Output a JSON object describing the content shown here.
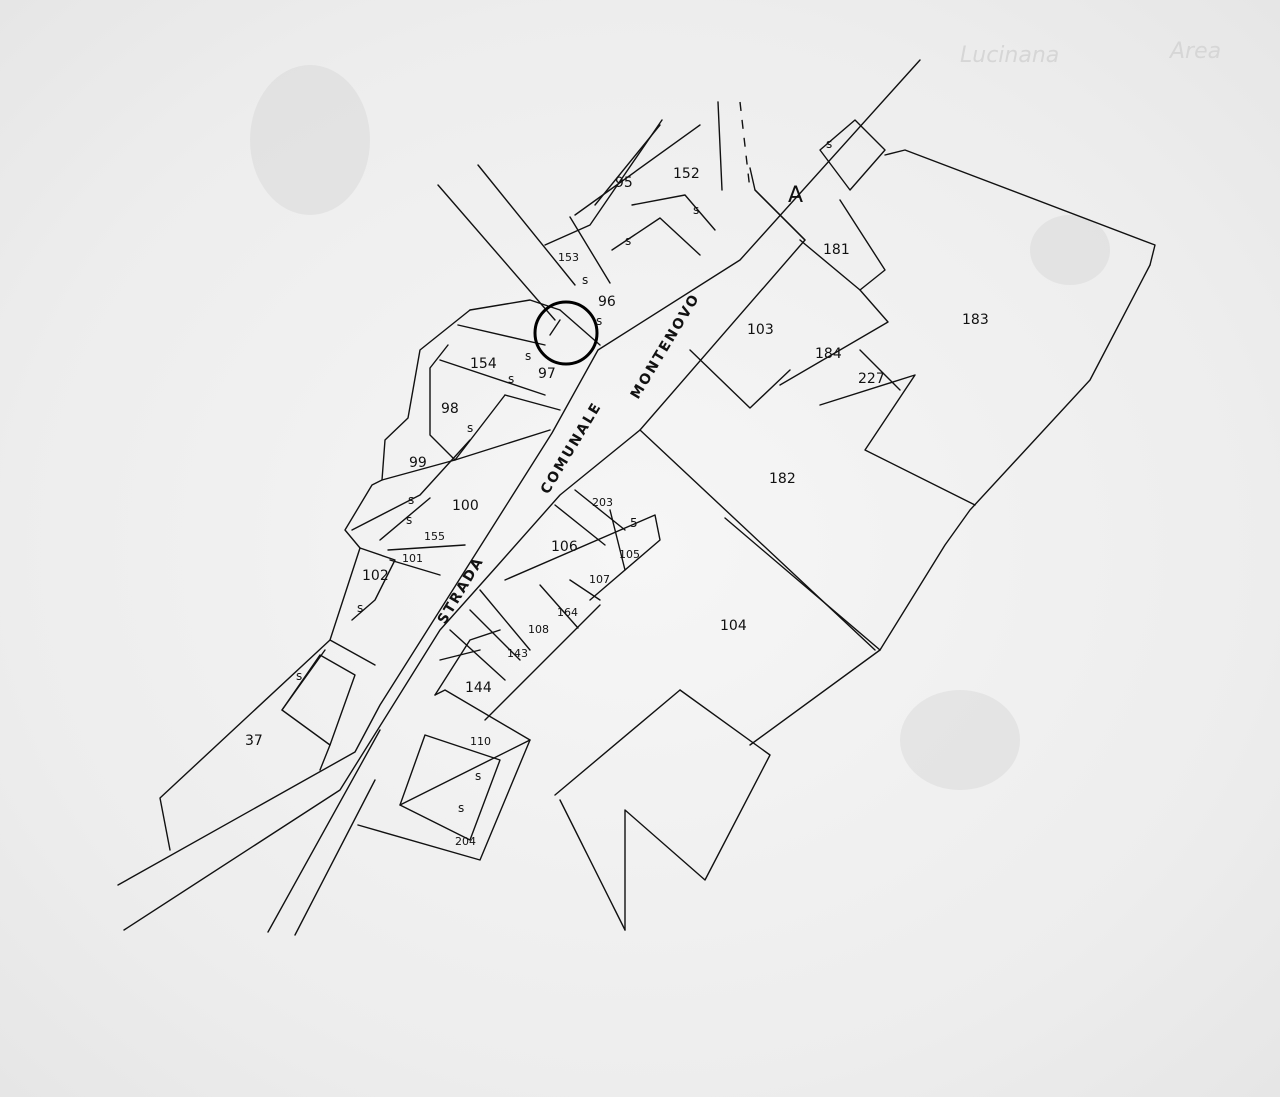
{
  "map": {
    "street_words": [
      "STRADA",
      "COMUNALE",
      "MONTENOVO"
    ],
    "zone_letter": "A",
    "faint_header": [
      "Lucinana",
      "Area"
    ],
    "door_marks": [
      "s",
      "s",
      "s",
      "s",
      "s",
      "s",
      "s",
      "s",
      "s",
      "s",
      "s",
      "s",
      "5",
      "s",
      "s"
    ],
    "parcels": {
      "p95": "95",
      "p152": "152",
      "p153": "153",
      "p96": "96",
      "p97": "97",
      "p154": "154",
      "p98": "98",
      "p99": "99",
      "p100": "100",
      "p155": "155",
      "p101": "101",
      "p102": "102",
      "p37": "37",
      "p103": "103",
      "p181": "181",
      "p183": "183",
      "p184": "184",
      "p227": "227",
      "p182": "182",
      "p203": "203",
      "p106": "106",
      "p105": "105",
      "p107": "107",
      "p164": "164",
      "p108": "108",
      "p143": "143",
      "p144": "144",
      "p104": "104",
      "p110": "110",
      "p204": "204"
    },
    "highlight": {
      "target_parcel": "97"
    }
  }
}
